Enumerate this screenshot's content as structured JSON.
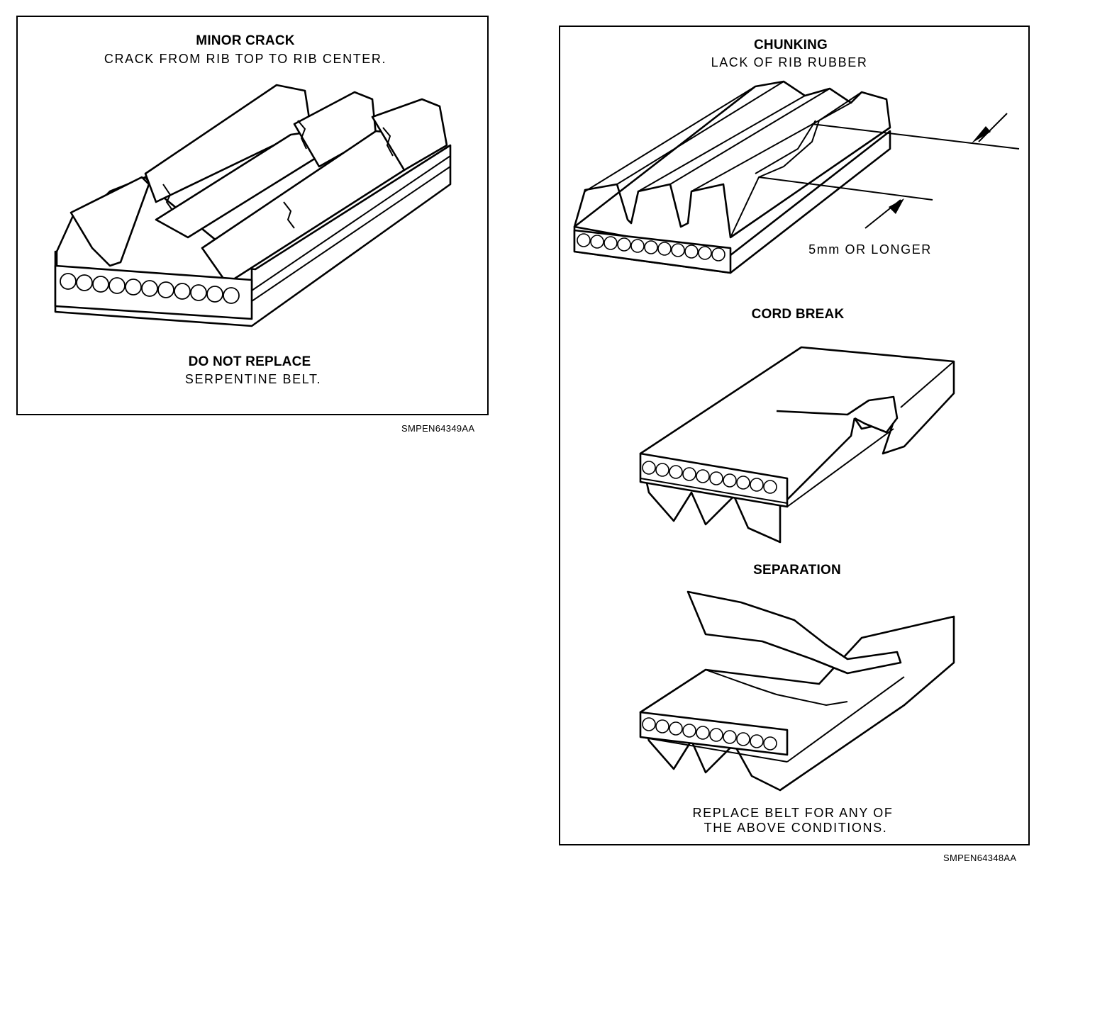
{
  "left_panel": {
    "title": "MINOR CRACK",
    "description": "CRACK FROM RIB TOP TO RIB CENTER.",
    "verdict_title": "DO NOT REPLACE",
    "verdict_text": "SERPENTINE BELT.",
    "figure_code": "SMPEN64349AA"
  },
  "right_panel": {
    "chunking": {
      "title": "CHUNKING",
      "description": "LACK OF RIB RUBBER",
      "dimension_label": "5mm OR LONGER"
    },
    "cord_break": {
      "title": "CORD BREAK"
    },
    "separation": {
      "title": "SEPARATION"
    },
    "footer_line1": "REPLACE BELT FOR ANY OF",
    "footer_line2": "THE ABOVE CONDITIONS.",
    "figure_code": "SMPEN64348AA"
  }
}
